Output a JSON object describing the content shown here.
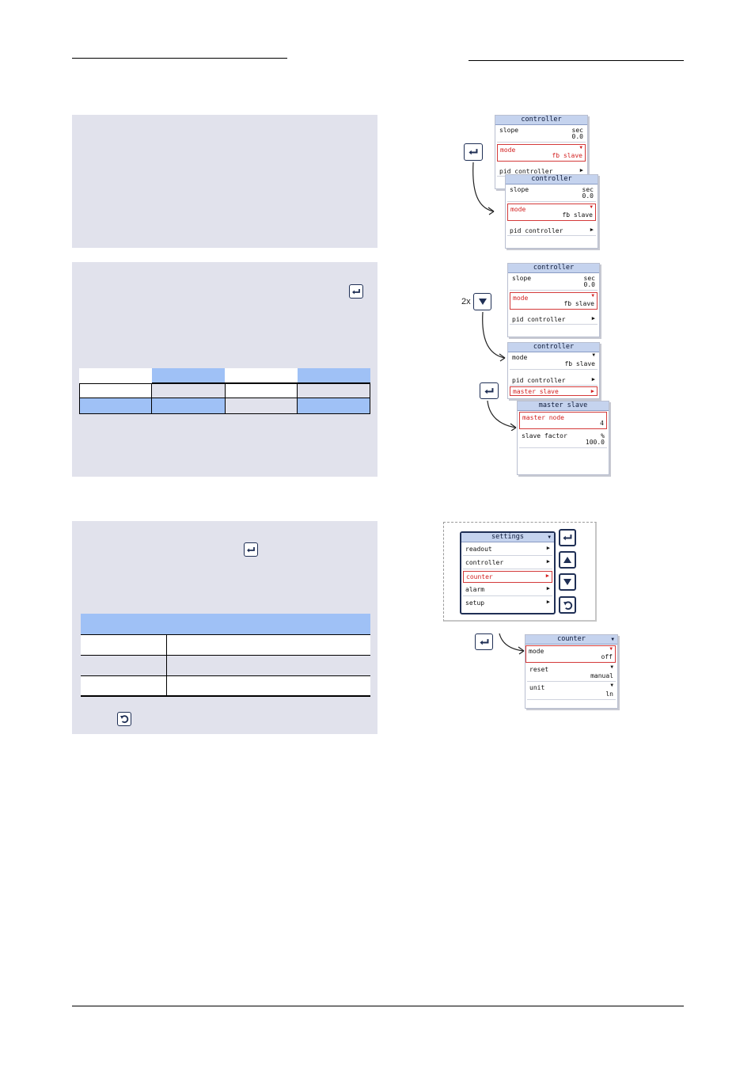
{
  "keys": {
    "enter": "enter-key",
    "down": "down-key",
    "up": "up-key",
    "back": "back-key"
  },
  "labels": {
    "repeat_2x": "2x"
  },
  "screens": {
    "controller": {
      "title": "controller",
      "slope_label": "slope",
      "slope_unit": "sec",
      "slope_value": "0.0",
      "mode_label": "mode",
      "mode_value": "fb slave",
      "pid_label": "pid controller",
      "master_slave_label": "master slave"
    },
    "master_slave": {
      "title": "master slave",
      "master_node_label": "master node",
      "master_node_value": "4",
      "slave_factor_label": "slave factor",
      "slave_factor_unit": "%",
      "slave_factor_value": "100.0"
    },
    "settings": {
      "title": "settings",
      "items": [
        "readout",
        "controller",
        "counter",
        "alarm",
        "setup"
      ]
    },
    "counter": {
      "title": "counter",
      "mode_label": "mode",
      "mode_value": "off",
      "reset_label": "reset",
      "reset_value": "manual",
      "unit_label": "unit",
      "unit_value": "ln"
    }
  },
  "colors": {
    "grey_box": "#e1e2ec",
    "table_blue": "#9fc1f6",
    "panel_header": "#c5d3ee",
    "selection_red": "#d43a3a",
    "key_navy": "#1f2f55"
  }
}
